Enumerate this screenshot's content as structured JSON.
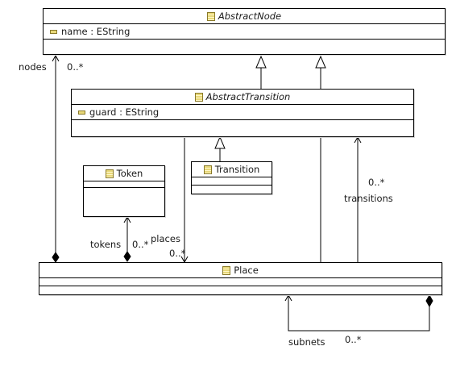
{
  "classes": {
    "abstract_node": {
      "name": "AbstractNode",
      "attribute": "name : EString"
    },
    "abstract_transition": {
      "name": "AbstractTransition",
      "attribute": "guard : EString"
    },
    "token": {
      "name": "Token"
    },
    "transition": {
      "name": "Transition"
    },
    "place": {
      "name": "Place"
    }
  },
  "references": {
    "nodes": {
      "name": "nodes",
      "multiplicity": "0..*"
    },
    "tokens": {
      "name": "tokens",
      "multiplicity": "0..*"
    },
    "places": {
      "name": "places",
      "multiplicity": "0..*"
    },
    "transitions": {
      "name": "transitions",
      "multiplicity": "0..*"
    },
    "subnets": {
      "name": "subnets",
      "multiplicity": "0..*"
    }
  }
}
